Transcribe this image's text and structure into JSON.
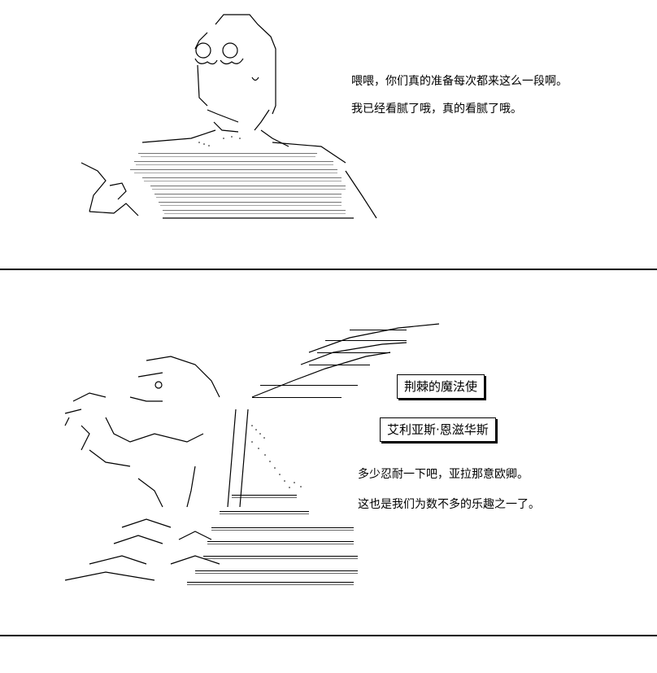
{
  "panel1": {
    "dialog": [
      "喂喂，你们真的准备每次都来这么一段啊。",
      "我已经看腻了哦，真的看腻了哦。"
    ]
  },
  "panel2": {
    "nameplates": [
      "荆棘的魔法使",
      "艾利亚斯·恩滋华斯"
    ],
    "dialog": [
      "多少忍耐一下吧，亚拉那意欧卿。",
      "这也是我们为数不多的乐趣之一了。"
    ]
  }
}
